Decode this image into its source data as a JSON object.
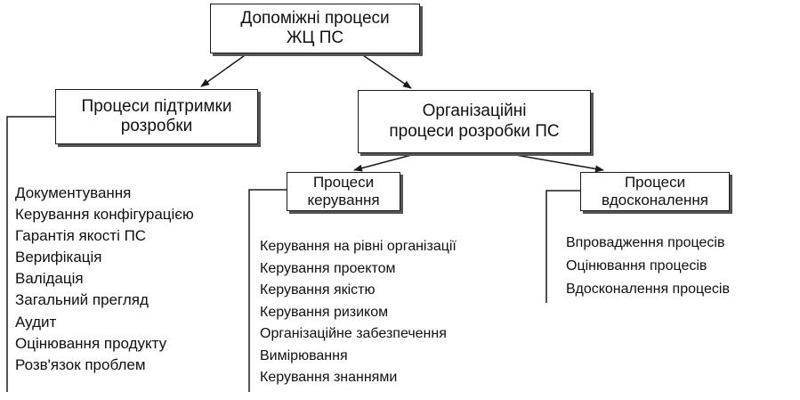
{
  "root": {
    "line1": "Допоміжні процеси",
    "line2": "ЖЦ ПС"
  },
  "support": {
    "line1": "Процеси підтримки",
    "line2": "розробки"
  },
  "organizational": {
    "line1": "Організаційні",
    "line2": "процеси розробки ПС"
  },
  "management": {
    "line1": "Процеси",
    "line2": "керування"
  },
  "improvement": {
    "line1": "Процеси",
    "line2": "вдосконалення"
  },
  "support_items": [
    "Документування",
    "Керування конфігурацією",
    "Гарантія якості ПС",
    "Верифікація",
    "Валідація",
    "Загальний прегляд",
    "Аудит",
    "Оцінювання продукту",
    "Розв'язок проблем"
  ],
  "management_items": [
    "Керування на рівні організації",
    "Керування проектом",
    "Керування якістю",
    "Керування ризиком",
    "Організаційне забезпечення",
    "Вимірювання",
    "Керування знаннями"
  ],
  "improvement_items": [
    "Впровадження процесів",
    "Оцінювання процесів",
    "Вдосконалення процесів"
  ]
}
